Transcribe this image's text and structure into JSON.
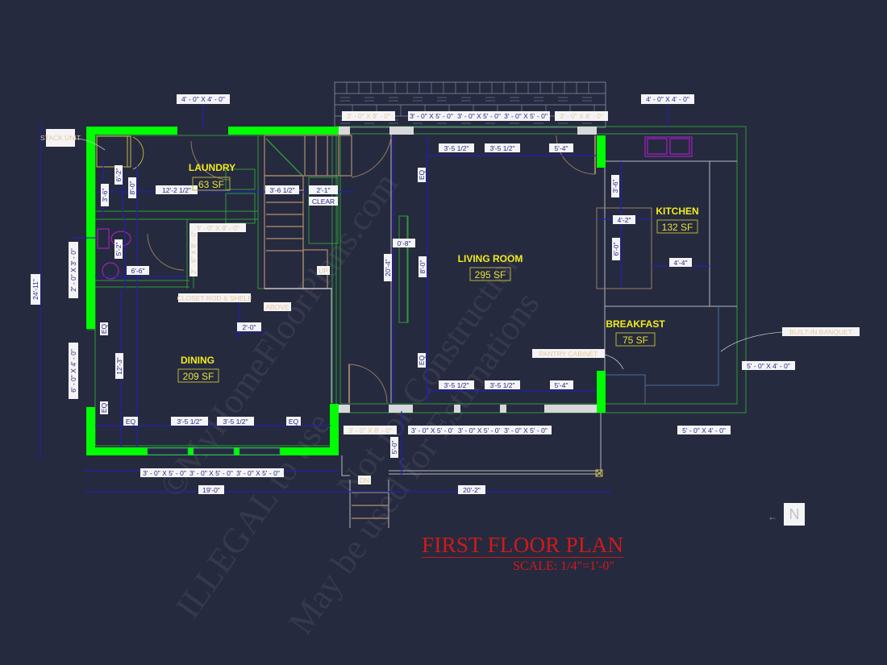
{
  "drawing": {
    "title": "FIRST FLOOR PLAN",
    "scale": "SCALE: 1/4\"=1'-0\"",
    "north_label": "N",
    "watermarks": [
      "©MyHomeFloorPlans.com",
      "Not for Construction",
      "ILLEGAL to use",
      "May be used for Estimations"
    ]
  },
  "colors": {
    "background": "#262a3e",
    "walls": "#00ff00",
    "dimension_lines": "#2020b0",
    "room_labels": "#f2ec1e",
    "title": "#d11a1a",
    "fixtures": "#a020c0",
    "cabinets": "#9b8068"
  },
  "rooms": [
    {
      "name": "LAUNDRY",
      "area": "63 SF"
    },
    {
      "name": "LIVING ROOM",
      "area": "295 SF"
    },
    {
      "name": "KITCHEN",
      "area": "132 SF"
    },
    {
      "name": "BREAKFAST",
      "area": "75 SF"
    },
    {
      "name": "DINING",
      "area": "209 SF"
    }
  ],
  "windows": {
    "laundry_top": "4' - 0\" X 4' - 0\"",
    "kitchen_top": "4' - 0\" X 4' - 0\"",
    "living_top_1": "3' - 0\" X 5' - 0\"",
    "living_top_2": "3' - 0\" X 5' - 0\"",
    "living_top_3": "3' - 0\" X 5' - 0\"",
    "living_bottom_1": "3' - 0\" X 5' - 0'",
    "living_bottom_2": "3' - 0\" X 5' - 0'",
    "living_bottom_3": "3' - 0\" X 5' - 0\"",
    "dining_bottom_1": "3' - 0\" X 5' - 0\"",
    "dining_bottom_2": "3' - 0\" X 5' - 0\"",
    "dining_bottom_3": "3' - 0\" X 5' - 0\"",
    "bath_left": "2' - 0\" X 3' - 0\"",
    "dining_left": "6' - 0\" X 4' - 0\"",
    "breakfast_right": "5' - 0\" X 4' - 0\"",
    "breakfast_bottom": "5' - 0\" X 4' - 0\""
  },
  "doors": {
    "front_top_left": "3' - 0\" X 8' - 0\"",
    "front_top_right": "3' - 0\" X 8' - 0\"",
    "front_bottom": "3' - 0\" X 8' - 0\"",
    "closet_h": "3' - 0\" X 8' - 0\"",
    "closet_v": "2' - 6\" X 8' - 0\""
  },
  "dimensions": {
    "overall_left": "24'-11\"",
    "overall_bottom_left": "19'-0\"",
    "overall_bottom_right": "20'-2\"",
    "laundry_width": "12'-2 1/2\"",
    "stair_width": "3'-6 1/2\"",
    "clear_width": "2'-1\"",
    "clear_label": "CLEAR",
    "laundry_v1": "3'-6\"",
    "laundry_v2": "6'-2\"",
    "laundry_v3": "8'-0\"",
    "bath_v": "5'-2\"",
    "bath_w": "6'-6\"",
    "hall": "2'-0\"",
    "dining_v": "12'-3\"",
    "eq": "EQ",
    "living_top_a": "3'-5 1/2\"",
    "living_top_b": "3'-5 1/2\"",
    "living_top_c": "5'-4\"",
    "living_bot_a": "3'-5 1/2\"",
    "living_bot_b": "3'-5 1/2\"",
    "living_bot_c": "5'-4\"",
    "dining_a": "3'-5 1/2\"",
    "dining_b": "3'-5 1/2\"",
    "fireplace_w": "0'-8\"",
    "living_depth": "20'-4\"",
    "fireplace_h": "8'-0\"",
    "kitchen_a": "3'-6\"",
    "kitchen_island_w": "4'-2\"",
    "kitchen_island_h": "6'-0\"",
    "kitchen_b": "4'-4\"",
    "porch": "5'-0\""
  },
  "annotations": {
    "stair_up": "UP",
    "stair_down": "DN",
    "stack_unit": "STACK UNIT",
    "built_in_banquet": "BUILT-IN BANQUET",
    "pantry_cabinet": "PANTRY CABINET",
    "closet_rod": "CLOSET ROD & SHELF",
    "above": "ABOVE"
  }
}
